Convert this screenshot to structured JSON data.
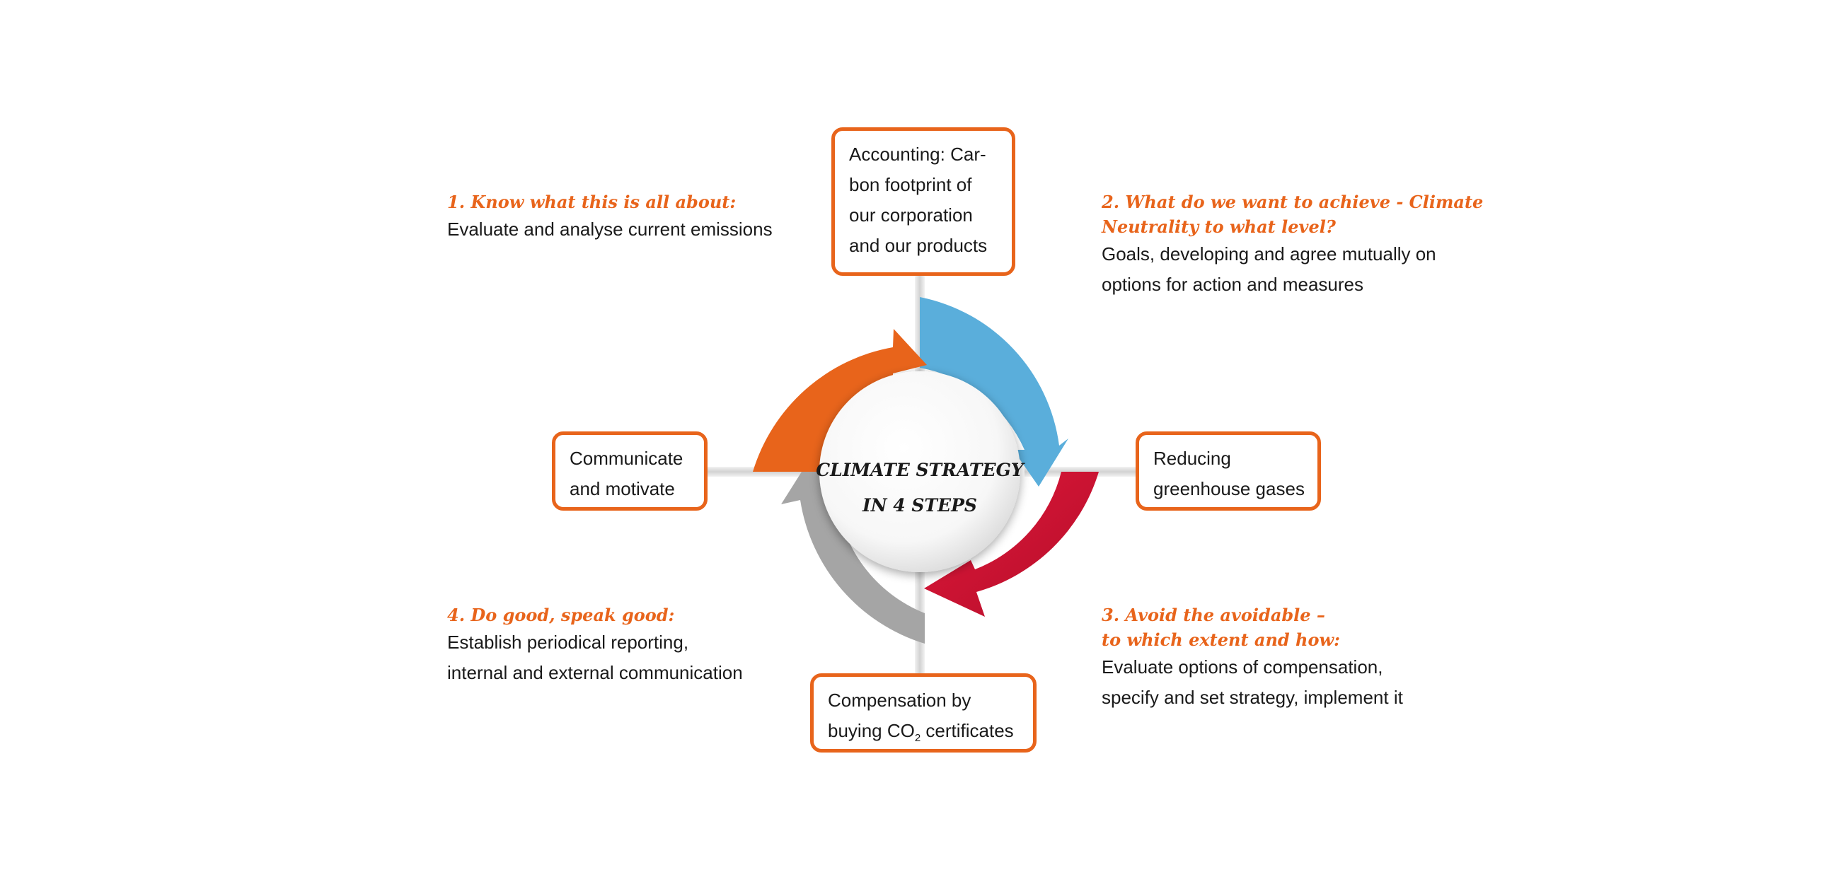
{
  "center": {
    "title_line1": "CLIMATE STRATEGY",
    "title_line2": "IN 4 STEPS"
  },
  "boxes": {
    "accounting": [
      "Accounting: Car-",
      "bon footprint of",
      "our corporation",
      "and our products"
    ],
    "reducing": [
      "Reducing",
      "greenhouse gases"
    ],
    "compensation": {
      "line1": "Compensation by",
      "line2_prefix": "buying CO",
      "line2_sub": "2",
      "line2_suffix": " certificates"
    },
    "communicate": [
      "Communicate",
      "and motivate"
    ]
  },
  "steps": {
    "step1": {
      "heading": [
        "1. Know what this is all about:"
      ],
      "text": [
        "Evaluate and analyse current emissions"
      ]
    },
    "step2": {
      "heading": [
        "2. What do we want to achieve - Climate",
        "Neutrality to what level?"
      ],
      "text": [
        "Goals, developing and agree mutually on",
        "options for action and measures"
      ]
    },
    "step3": {
      "heading": [
        "3. Avoid the avoidable –",
        "to which extent and how:"
      ],
      "text": [
        "Evaluate options of compensation,",
        "specify and set strategy, implement it"
      ]
    },
    "step4": {
      "heading": [
        "4. Do good, speak good:"
      ],
      "text": [
        "Establish periodical reporting,",
        "internal and external communication"
      ]
    }
  },
  "colors": {
    "accent": "#e8641b",
    "arrow_blue": "#5aaedb",
    "arrow_red": "#d81132",
    "arrow_gray": "#a5a5a5",
    "arrow_orange": "#e8641b"
  }
}
